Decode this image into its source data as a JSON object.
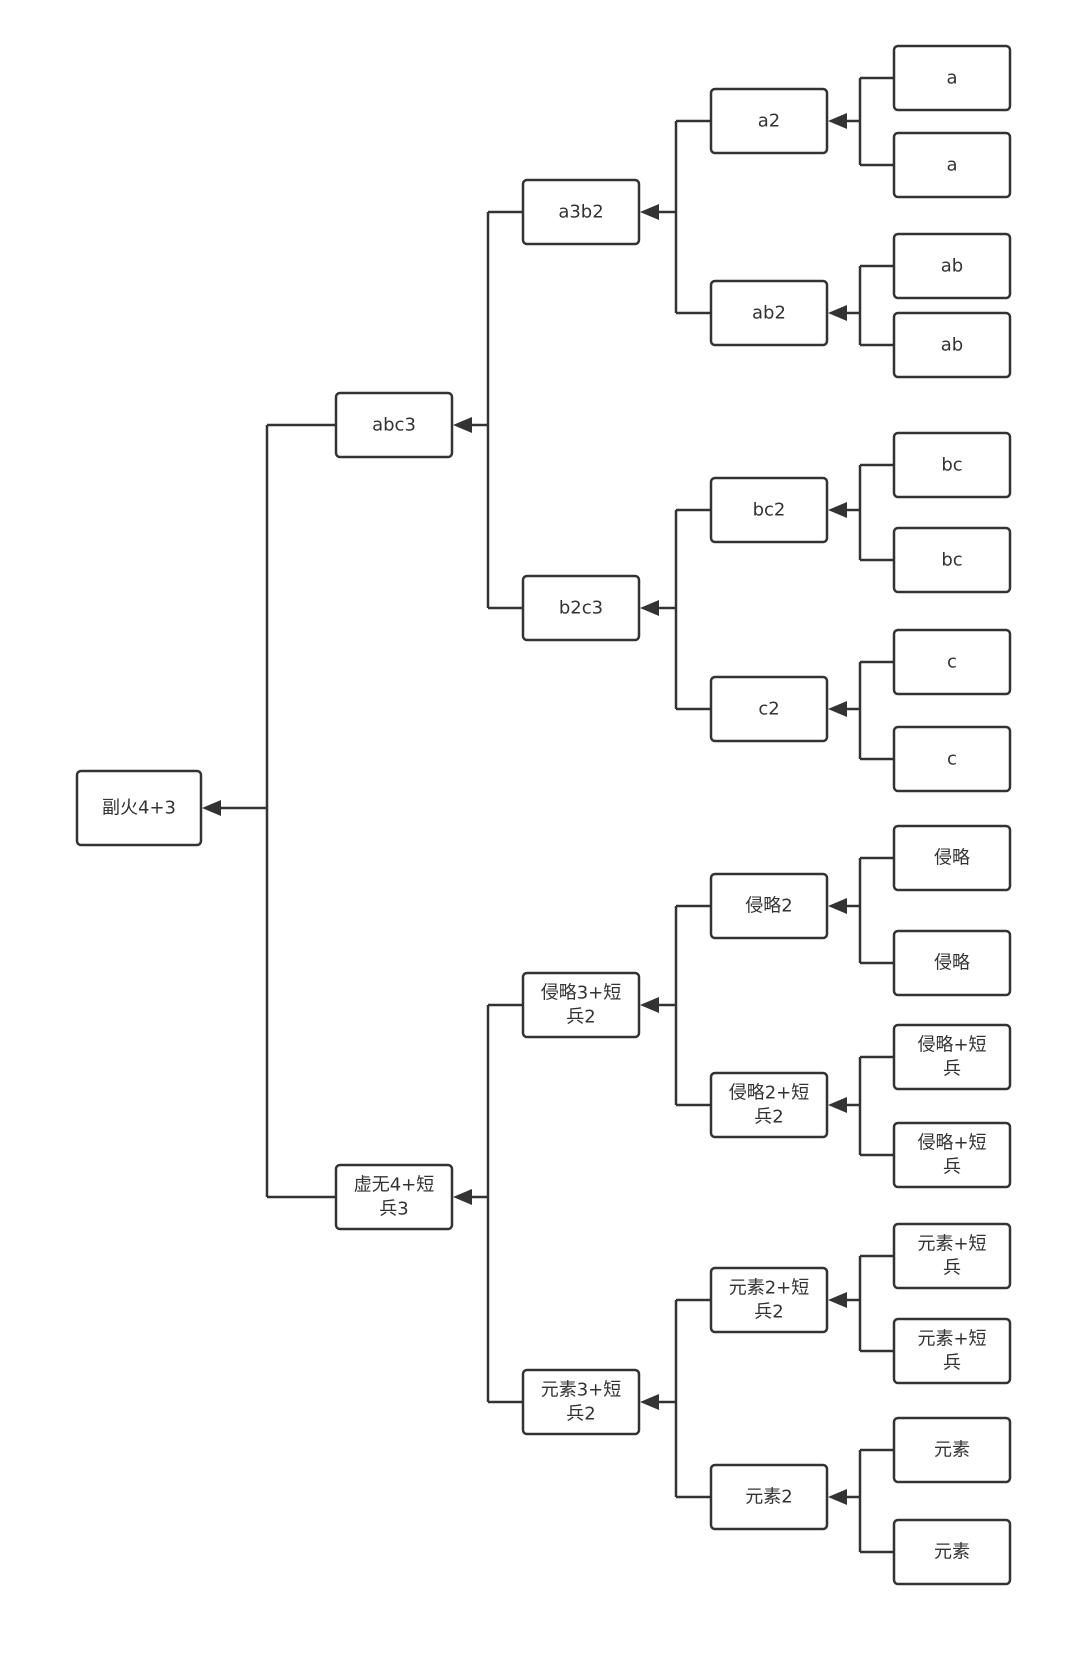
{
  "diagram": {
    "type": "tree",
    "direction": "right-to-left",
    "line_color": "#333333",
    "node_fill": "#ffffff",
    "root": {
      "id": "n0",
      "label": [
        "副火4+3"
      ],
      "children": [
        {
          "id": "n1",
          "label": [
            "abc3"
          ],
          "children": [
            {
              "id": "n2",
              "label": [
                "a3b2"
              ],
              "children": [
                {
                  "id": "n3",
                  "label": [
                    "a2"
                  ],
                  "children": [
                    {
                      "id": "n4",
                      "label": [
                        "a"
                      ]
                    },
                    {
                      "id": "n5",
                      "label": [
                        "a"
                      ]
                    }
                  ]
                },
                {
                  "id": "n6",
                  "label": [
                    "ab2"
                  ],
                  "children": [
                    {
                      "id": "n7",
                      "label": [
                        "ab"
                      ]
                    },
                    {
                      "id": "n8",
                      "label": [
                        "ab"
                      ]
                    }
                  ]
                }
              ]
            },
            {
              "id": "n9",
              "label": [
                "b2c3"
              ],
              "children": [
                {
                  "id": "n10",
                  "label": [
                    "bc2"
                  ],
                  "children": [
                    {
                      "id": "n11",
                      "label": [
                        "bc"
                      ]
                    },
                    {
                      "id": "n12",
                      "label": [
                        "bc"
                      ]
                    }
                  ]
                },
                {
                  "id": "n13",
                  "label": [
                    "c2"
                  ],
                  "children": [
                    {
                      "id": "n14",
                      "label": [
                        "c"
                      ]
                    },
                    {
                      "id": "n15",
                      "label": [
                        "c"
                      ]
                    }
                  ]
                }
              ]
            }
          ]
        },
        {
          "id": "n16",
          "label": [
            "虚无4+短",
            "兵3"
          ],
          "children": [
            {
              "id": "n17",
              "label": [
                "侵略3+短",
                "兵2"
              ],
              "children": [
                {
                  "id": "n18",
                  "label": [
                    "侵略2"
                  ],
                  "children": [
                    {
                      "id": "n19",
                      "label": [
                        "侵略"
                      ]
                    },
                    {
                      "id": "n20",
                      "label": [
                        "侵略"
                      ]
                    }
                  ]
                },
                {
                  "id": "n21",
                  "label": [
                    "侵略2+短",
                    "兵2"
                  ],
                  "children": [
                    {
                      "id": "n22",
                      "label": [
                        "侵略+短",
                        "兵"
                      ]
                    },
                    {
                      "id": "n23",
                      "label": [
                        "侵略+短",
                        "兵"
                      ]
                    }
                  ]
                }
              ]
            },
            {
              "id": "n24",
              "label": [
                "元素3+短",
                "兵2"
              ],
              "children": [
                {
                  "id": "n25",
                  "label": [
                    "元素2+短",
                    "兵2"
                  ],
                  "children": [
                    {
                      "id": "n26",
                      "label": [
                        "元素+短",
                        "兵"
                      ]
                    },
                    {
                      "id": "n27",
                      "label": [
                        "元素+短",
                        "兵"
                      ]
                    }
                  ]
                },
                {
                  "id": "n28",
                  "label": [
                    "元素2"
                  ],
                  "children": [
                    {
                      "id": "n29",
                      "label": [
                        "元素"
                      ]
                    },
                    {
                      "id": "n30",
                      "label": [
                        "元素"
                      ]
                    }
                  ]
                }
              ]
            }
          ]
        }
      ]
    }
  }
}
